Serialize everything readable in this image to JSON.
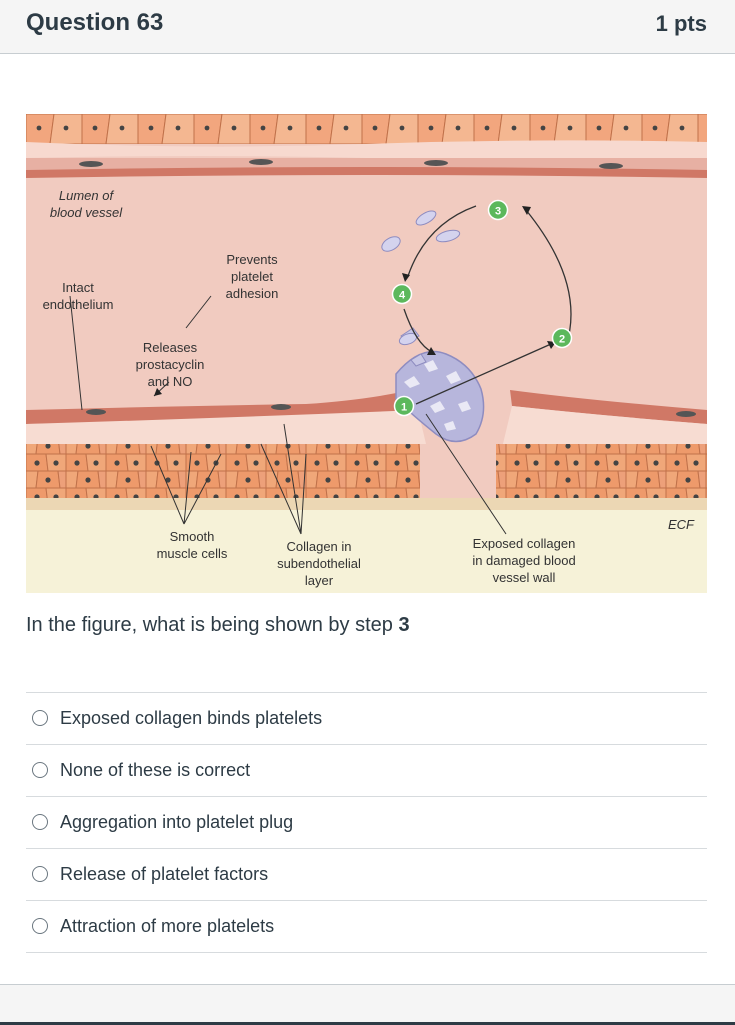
{
  "question": {
    "title": "Question 63",
    "points": "1 pts",
    "text": "In the figure, what is being shown by step ",
    "text_strong": "3"
  },
  "figure": {
    "labels": {
      "lumen_line1": "Lumen of",
      "lumen_line2": "blood vessel",
      "intact_line1": "Intact",
      "intact_line2": "endothelium",
      "prevents_line1": "Prevents",
      "prevents_line2": "platelet",
      "prevents_line3": "adhesion",
      "releases_line1": "Releases",
      "releases_line2": "prostacyclin",
      "releases_line3": "and NO",
      "smooth_line1": "Smooth",
      "smooth_line2": "muscle cells",
      "collagen_line1": "Collagen in",
      "collagen_line2": "subendothelial",
      "collagen_line3": "layer",
      "exposed_line1": "Exposed collagen",
      "exposed_line2": "in damaged blood",
      "exposed_line3": "vessel wall",
      "ecf": "ECF"
    },
    "steps": [
      "1",
      "2",
      "3",
      "4"
    ],
    "colors": {
      "step_green": "#5cb85c",
      "tissue_pink": "#f1cbc0",
      "cell_orange": "#ee9a6b",
      "ecf_yellow": "#f6f2d8",
      "platelet_purple": "#b7b6dc"
    }
  },
  "answers": [
    {
      "label": "Exposed collagen binds platelets"
    },
    {
      "label": "None of these is correct"
    },
    {
      "label": "Aggregation into platelet plug"
    },
    {
      "label": "Release of platelet factors"
    },
    {
      "label": "Attraction of more platelets"
    }
  ]
}
